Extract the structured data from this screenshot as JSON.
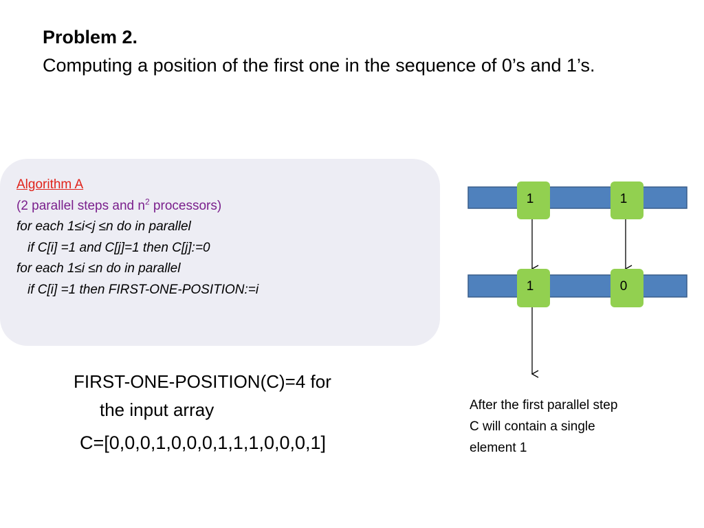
{
  "title": {
    "heading": "Problem 2.",
    "subtitle": "Computing a position of the first one in the sequence of 0’s and 1’s."
  },
  "algorithm": {
    "name": "Algorithm A",
    "steps_before": "(2 parallel steps and n",
    "steps_sup": "2",
    "steps_after": " processors)",
    "line1": "for each 1≤i<j ≤n do in parallel",
    "line2": "if C[i] =1 and C[j]=1 then C[j]:=0",
    "line3": "for each 1≤i ≤n do in parallel",
    "line4": "if C[i] =1 then FIRST-ONE-POSITION:=i"
  },
  "result": {
    "line1": "FIRST-ONE-POSITION(C)=4 for",
    "line2": "the input array",
    "array": "C=[0,0,0,1,0,0,0,1,1,1,0,0,0,1]"
  },
  "note": {
    "line1": "After the first parallel step",
    "line2": "C will contain a single",
    "line3": "element 1"
  },
  "diagram": {
    "top_left_value": "1",
    "top_right_value": "1",
    "bottom_left_value": "1",
    "bottom_right_value": "0",
    "colors": {
      "bar_fill": "#4f81bd",
      "bar_stroke": "#385d8a",
      "cell_fill": "#92d050",
      "arrow": "#000000"
    }
  }
}
